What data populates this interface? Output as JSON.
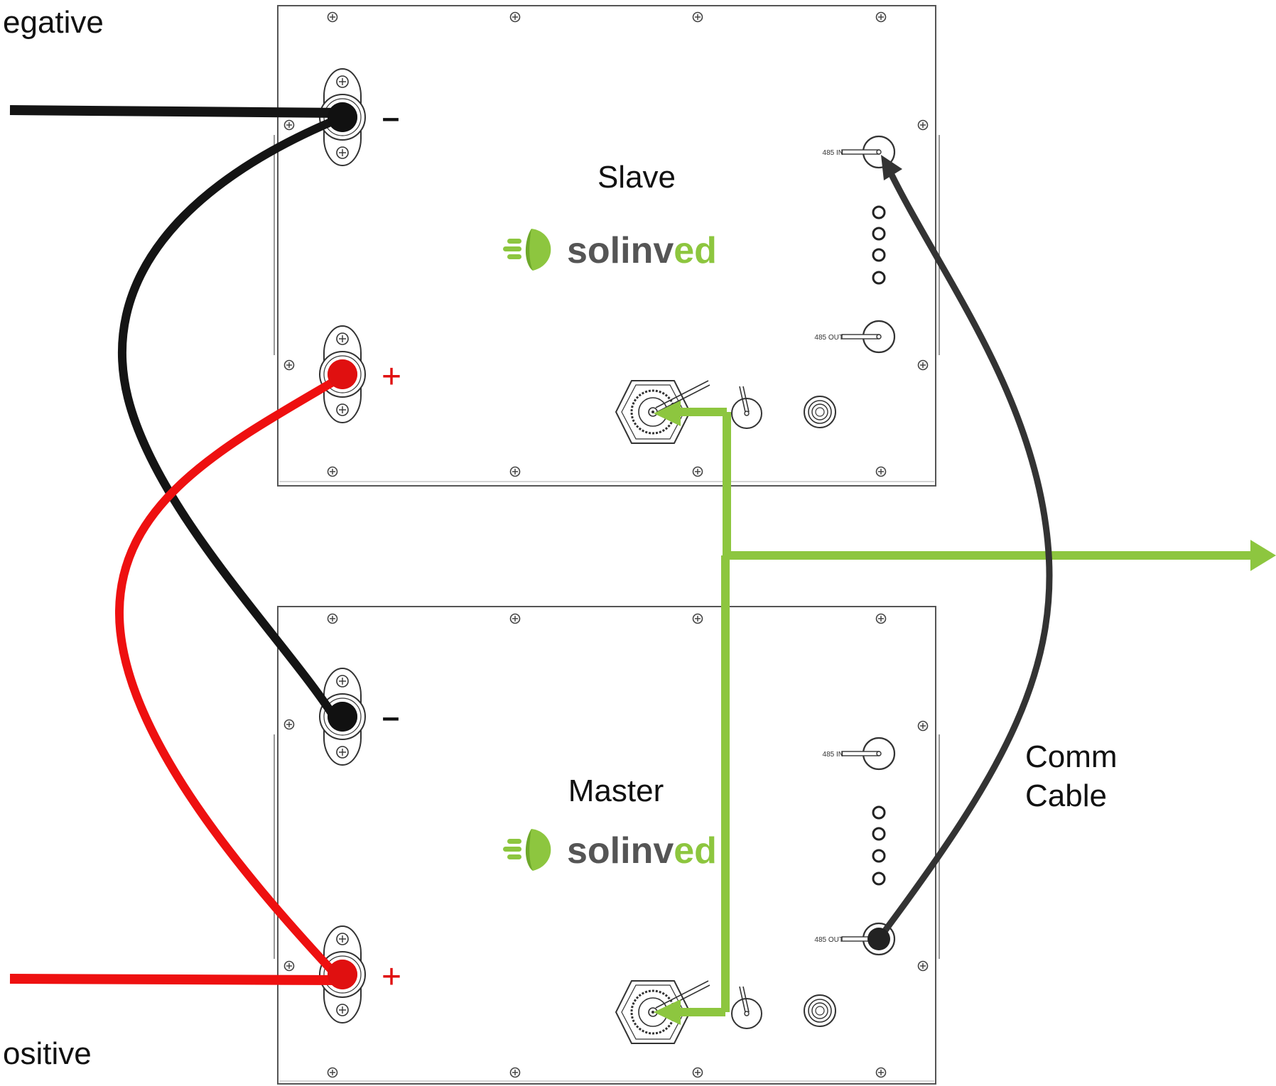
{
  "labels": {
    "negative": "egative",
    "positive": "ositive",
    "comm_line1": "Comm",
    "comm_line2": "Cable"
  },
  "batteries": {
    "top": {
      "role": "Slave",
      "brand_plain": "solinv",
      "brand_accent": "ed",
      "port_in": "485 IN",
      "port_out": "485 OUT",
      "minus": "–",
      "plus": "+"
    },
    "bottom": {
      "role": "Master",
      "brand_plain": "solinv",
      "brand_accent": "ed",
      "port_in": "485 IN",
      "port_out": "485 OUT",
      "minus": "–",
      "plus": "+"
    }
  },
  "colors": {
    "negative_cable": "#141414",
    "positive_cable": "#ee1010",
    "comm_cable": "#333333",
    "bus_arrow": "#8dc63f",
    "brand_grey": "#555555",
    "brand_green": "#8dc63f",
    "outline": "#555555"
  }
}
